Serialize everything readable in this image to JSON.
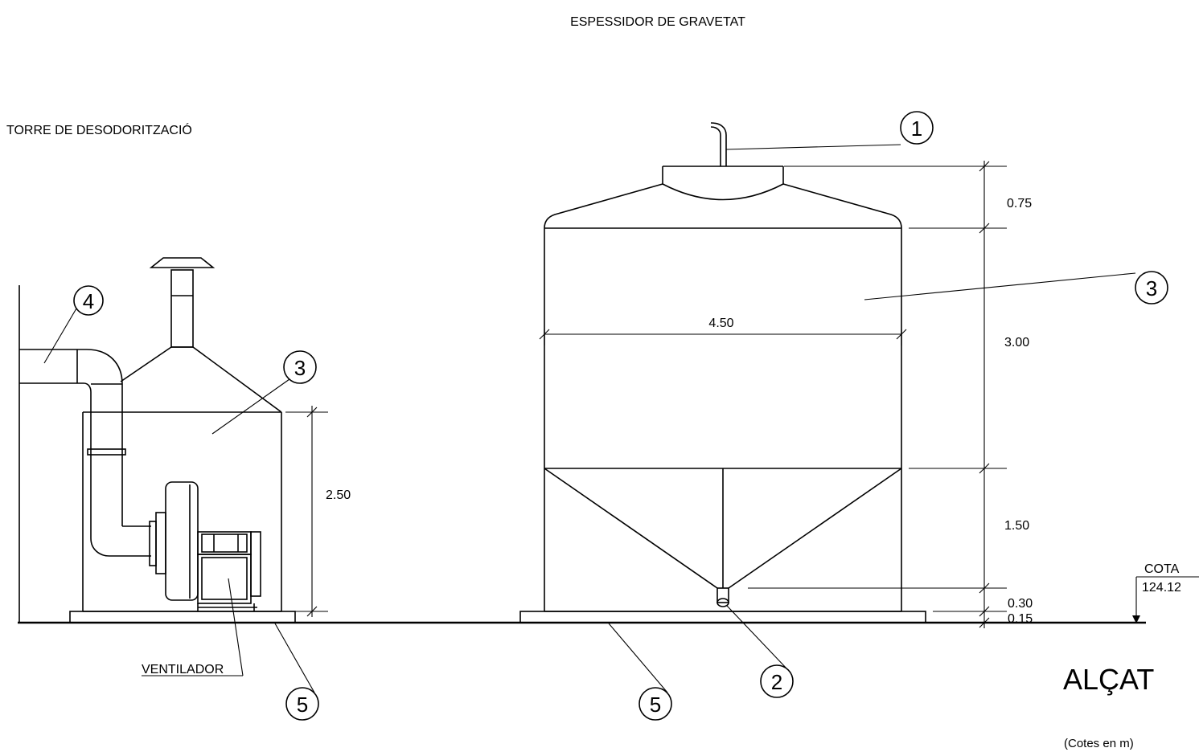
{
  "titles": {
    "espessidor": "ESPESSIDOR DE GRAVETAT",
    "torre": "TORRE DE DESODORITZACIÓ",
    "alcat": "ALÇAT",
    "cotes": "(Cotes en m)"
  },
  "labels": {
    "ventilador": "VENTILADOR",
    "cota": "COTA",
    "cota_value": "124.12"
  },
  "callouts": {
    "c1": "1",
    "c2": "2",
    "c3_tank": "3",
    "c3_tower": "3",
    "c4": "4",
    "c5_tower": "5",
    "c5_tank": "5"
  },
  "dimensions": {
    "tower_height": "2.50",
    "tank_diameter": "4.50",
    "roof": "0.75",
    "body": "3.00",
    "cone": "1.50",
    "outlet": "0.30",
    "base": "0.15"
  }
}
